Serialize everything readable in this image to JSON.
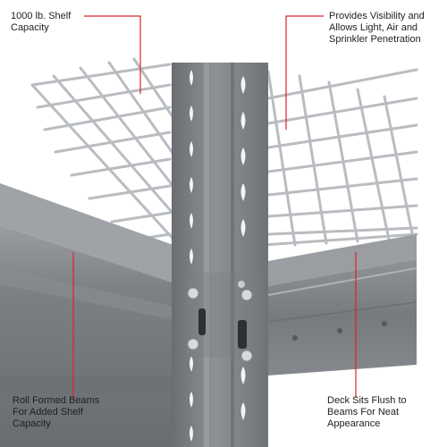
{
  "image": {
    "subject": "wire-deck-shelf-with-steel-upright-and-beam",
    "colors": {
      "steel": "#7c7f84",
      "steel_light": "#9a9da2",
      "steel_dark": "#5e6166",
      "wire": "#b9bcc0",
      "leader": "#d9262b",
      "text": "#1f1f1f"
    }
  },
  "callouts": [
    {
      "id": "shelf-capacity",
      "text": "1000 lb. Shelf\nCapacity"
    },
    {
      "id": "visibility",
      "text": "Provides Visibility and\nAllows Light, Air and\nSprinkler Penetration"
    },
    {
      "id": "roll-formed-beams",
      "text": "Roll Formed Beams\nFor Added Shelf\nCapacity"
    },
    {
      "id": "deck-flush",
      "text": "Deck Sits Flush to\nBeams For Neat\nAppearance"
    }
  ]
}
